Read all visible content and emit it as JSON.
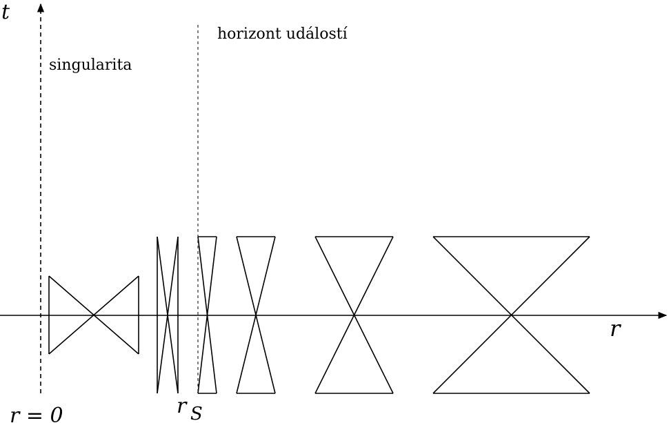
{
  "labels": {
    "t_axis": "t",
    "r_axis": "r",
    "singularity": "singularita",
    "horizon": "horizont událostí",
    "r_zero": "r = 0",
    "r_s_main": "r",
    "r_s_sub": "S"
  },
  "colors": {
    "stroke": "#000000",
    "background": "#ffffff"
  },
  "light_cones": [
    {
      "name": "light-cone-inside-1"
    },
    {
      "name": "light-cone-inside-2"
    },
    {
      "name": "light-cone-horizon"
    },
    {
      "name": "light-cone-outside-1"
    },
    {
      "name": "light-cone-outside-2"
    },
    {
      "name": "light-cone-outside-3"
    }
  ]
}
